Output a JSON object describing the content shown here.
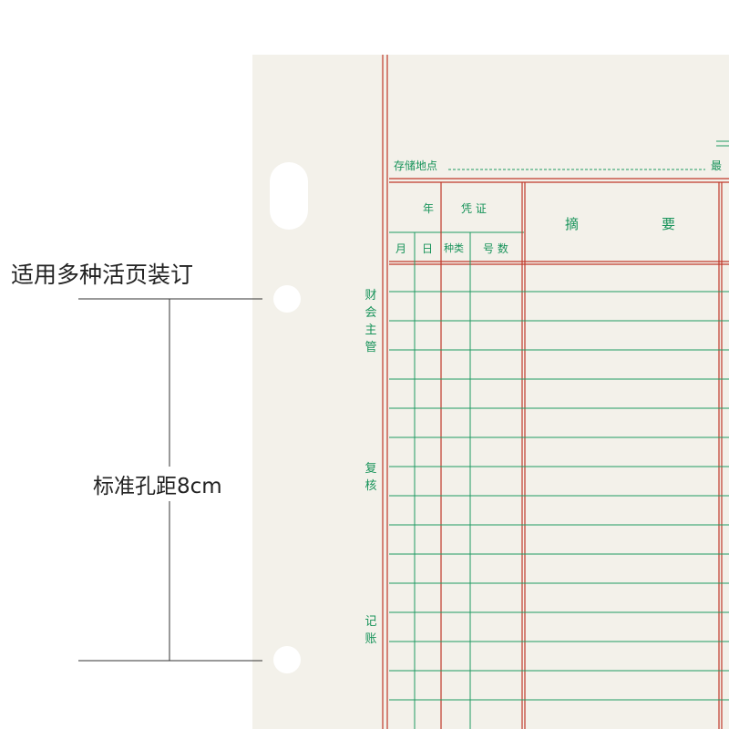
{
  "annotation": {
    "title": "适用多种活页装订",
    "hole_spacing": "标准孔距8cm"
  },
  "ledger": {
    "storage_label": "存储地点",
    "max_label_partial": "最",
    "header": {
      "year": "年",
      "voucher": "凭  证",
      "summary_left": "摘",
      "summary_right": "要",
      "month": "月",
      "day": "日",
      "type": "种类",
      "number": "号 数"
    },
    "signatures": {
      "supervisor": "财会主管",
      "review": "复核",
      "bookkeeper": "记账"
    }
  },
  "colors": {
    "red_rule": "#c0392b",
    "green_rule": "#1f9a63",
    "paper": "#f3f1ea"
  }
}
